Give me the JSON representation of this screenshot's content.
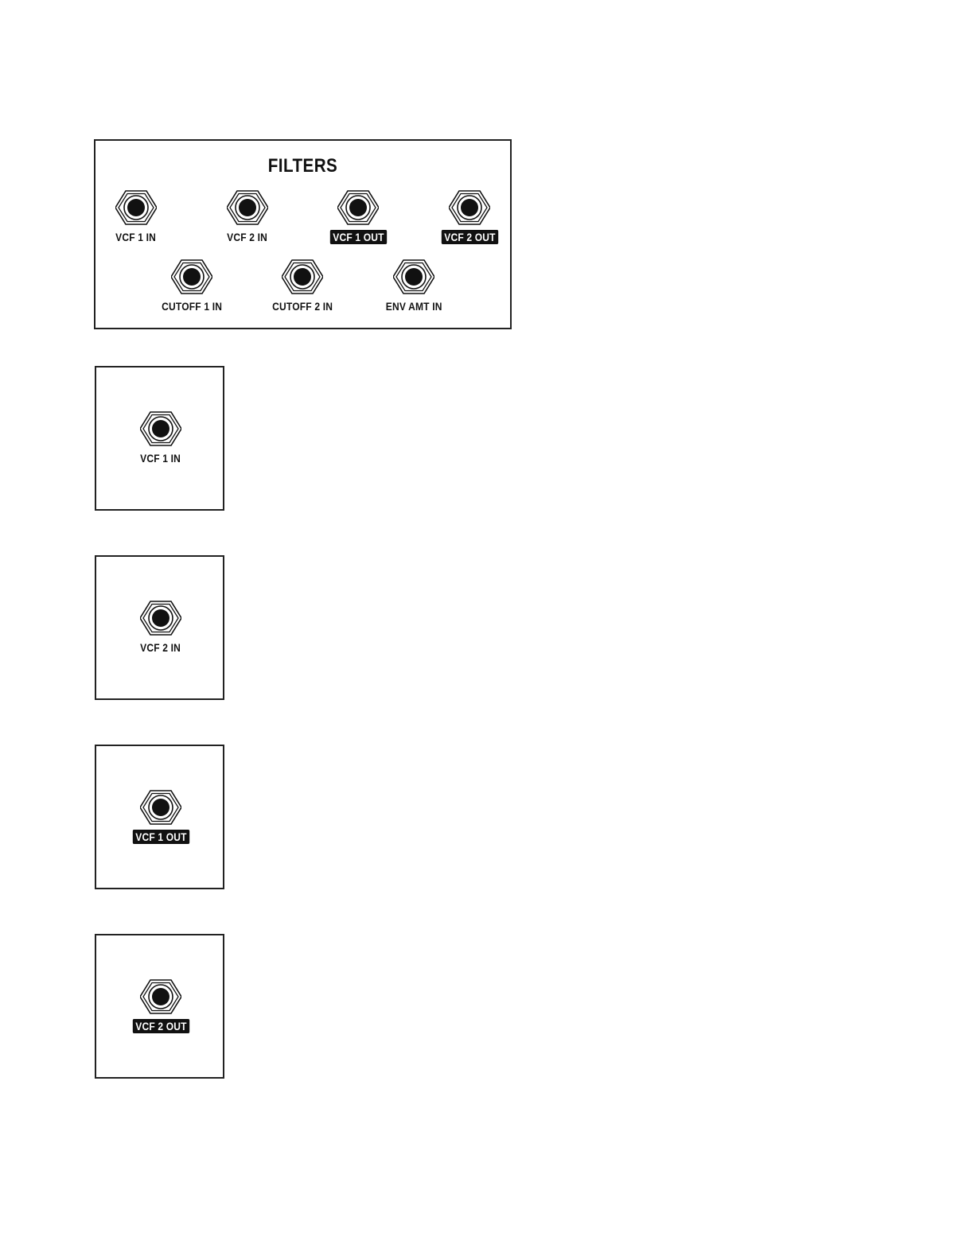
{
  "panel": {
    "title": "FILTERS",
    "jacks": [
      {
        "label": "VCF 1 IN",
        "kind": "in"
      },
      {
        "label": "VCF 2 IN",
        "kind": "in"
      },
      {
        "label": "VCF 1 OUT",
        "kind": "out"
      },
      {
        "label": "VCF 2 OUT",
        "kind": "out"
      },
      {
        "label": "CUTOFF 1 IN",
        "kind": "in"
      },
      {
        "label": "CUTOFF 2 IN",
        "kind": "in"
      },
      {
        "label": "ENV AMT IN",
        "kind": "in"
      }
    ]
  },
  "singles": [
    {
      "label": "VCF 1 IN",
      "kind": "in"
    },
    {
      "label": "VCF 2 IN",
      "kind": "in"
    },
    {
      "label": "VCF 1 OUT",
      "kind": "out"
    },
    {
      "label": "VCF 2 OUT",
      "kind": "out"
    }
  ],
  "colors": {
    "ink": "#111111",
    "background": "#ffffff"
  }
}
